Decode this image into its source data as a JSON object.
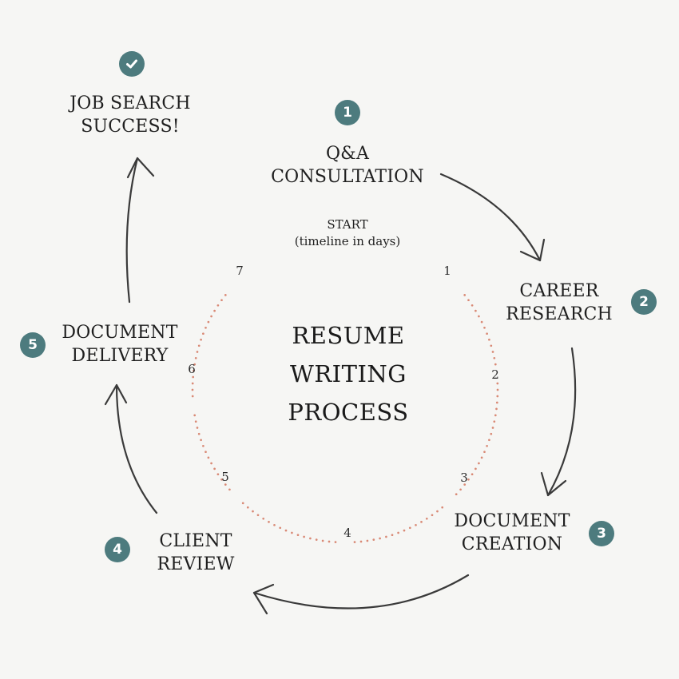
{
  "title": {
    "line1": "RESUME",
    "line2": "WRITING",
    "line3": "PROCESS"
  },
  "timeline": {
    "start_label": "START",
    "start_sublabel": "(timeline in days)",
    "days": [
      "1",
      "2",
      "3",
      "4",
      "5",
      "6",
      "7"
    ],
    "dot_color": "#d98a76"
  },
  "steps": [
    {
      "number": "1",
      "line1": "Q&A",
      "line2": "CONSULTATION"
    },
    {
      "number": "2",
      "line1": "CAREER",
      "line2": "RESEARCH"
    },
    {
      "number": "3",
      "line1": "DOCUMENT",
      "line2": "CREATION"
    },
    {
      "number": "4",
      "line1": "CLIENT",
      "line2": "REVIEW"
    },
    {
      "number": "5",
      "line1": "DOCUMENT",
      "line2": "DELIVERY"
    }
  ],
  "success": {
    "icon": "check-icon",
    "line1": "JOB SEARCH",
    "line2": "SUCCESS!"
  },
  "colors": {
    "badge": "#4d7b7e",
    "arrow": "#3a3a3a",
    "background": "#f6f6f4"
  }
}
